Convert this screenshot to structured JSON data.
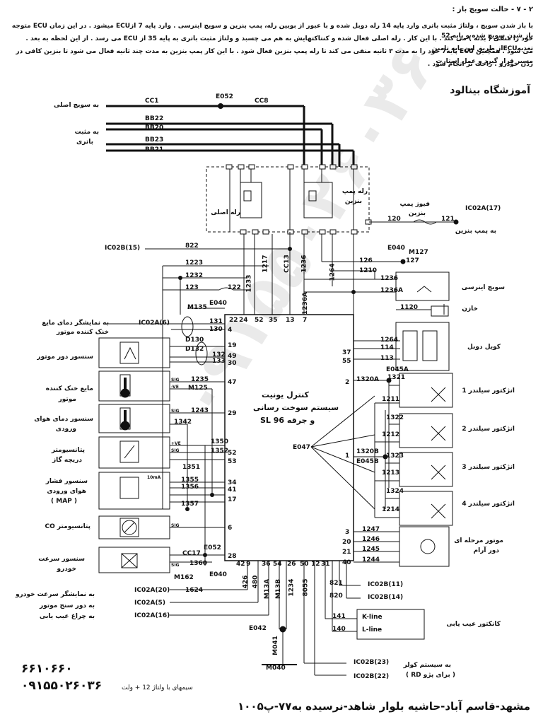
{
  "header": {
    "section_title": "۲ - ۷ - حالت سویچ باز :",
    "paragraph_lines": [
      "با باز شدن سویچ ، ولتاژ مثبت باتری وارد پایه 14 رله دوبل شده و با عبور از بوبین رله، پمپ بنزین و سویچ اینرسی . وارد پایه 7 ازECU میشود . در این زمان ECU متوجه باز شدن سویچ شده و پایه 52",
      "خود را منفی ( بدنه ) می کند . با این کار . رله اصلی فعال شده و کنتاکتهایش به هم می چسبد و ولتاژ مثبت باتری به پایه 35 از ECU می رسد . از این لحظه به بعد . تغذیهECUاز طریق این پایه تامین",
      "می شود . همچنین ECU پایه7 خود را به مدت ۳ ثانیه منفی می کند تا رله پمپ بنزین فعال شود . با این کار پمپ بنزین به مدت چند ثانیه فعال می شود تا بنزین کافی در مسیر قرار گیرد و عمل استارت",
      "زدن خودرو . راحت تر انجام شود ."
    ],
    "school_name": "آموزشگاه بینالود"
  },
  "diagram": {
    "ecu": {
      "title_lines": [
        "کنترل یونیت",
        "سیستم سوخت رسانی",
        "و جرقه SL 96"
      ],
      "ref": "E047"
    },
    "wire_labels": {
      "cc1": "CC1",
      "cc8": "CC8",
      "e052_top": "E052",
      "bb22": "BB22",
      "bb20": "BB20",
      "bb23": "BB23",
      "bb21": "BB21",
      "w120": "120",
      "w121": "121",
      "w822": "822",
      "w1223": "1223",
      "w1217": "1217",
      "wcc13": "CC13",
      "w1236": "1236",
      "w1264": "1264",
      "w126": "126",
      "w127": "127",
      "w1210": "1210",
      "w1232": "1232",
      "w123": "123",
      "w122": "122",
      "w1233": "1233",
      "w1236a": "1236A",
      "m135": "M135",
      "e040a": "E040",
      "e040b": "E040",
      "m127": "M127",
      "w1236b": "1236",
      "w1236c": "1236A",
      "w1120": "1120",
      "w1264b": "1264",
      "w114": "114",
      "w113": "113",
      "w131": "131",
      "w130": "130",
      "d130": "D130",
      "d132": "D132",
      "w132": "132",
      "w133": "133",
      "w1235": "1235",
      "m125": "M125",
      "w1243": "1243",
      "w1342": "1342",
      "w1350": "1350",
      "w1352": "1352",
      "w1351": "1351",
      "w1355": "1355",
      "w1356": "1356",
      "w1357": "1357",
      "cc17": "CC17",
      "w1360": "1360",
      "e052b": "E052",
      "m162": "M162",
      "e040c": "E040",
      "w1624": "1624",
      "w426": "426",
      "w480": "480",
      "m13a": "M13A",
      "m13b": "M13B",
      "w1234": "1234",
      "w8055": "8055",
      "w821": "821",
      "w820": "820",
      "w141": "141",
      "w140": "140",
      "kline": "K-line",
      "lline": "L-line",
      "e042": "E042",
      "m041": "M041",
      "m040": "M040",
      "e045a": "E045A",
      "w1320a": "1320A",
      "w1321": "1321",
      "w1211": "1211",
      "w1322": "1322",
      "w1212": "1212",
      "w1320b": "1320B",
      "e045b": "E045B",
      "w1323": "1323",
      "w1213": "1213",
      "w1324": "1324",
      "w1214": "1214",
      "w1247": "1247",
      "w1246": "1246",
      "w1245": "1245",
      "w1244": "1244"
    },
    "ecu_pins": {
      "p22": "22",
      "p24": "24",
      "p52": "52",
      "p35": "35",
      "p13": "13",
      "p7": "7",
      "p4": "4",
      "p19": "19",
      "p49": "49",
      "p30": "30",
      "p37": "37",
      "p55": "55",
      "p2": "2",
      "p47": "47",
      "p29": "29",
      "p52b": "52",
      "p53": "53",
      "p34": "34",
      "p41": "41",
      "p17": "17",
      "p6": "6",
      "p28": "28",
      "p1": "1",
      "p3": "3",
      "p20": "20",
      "p21": "21",
      "p40": "40",
      "p42": "42",
      "p9": "9",
      "p36": "36",
      "p54": "54",
      "p26": "26",
      "p50": "50",
      "p12": "12",
      "p31": "31"
    },
    "connectors": {
      "c_ic02a17": "IC02A(17)",
      "c_ic02b15": "IC02B(15)",
      "c_ic02a6": "IC02A(6)",
      "c_ic02a20": "IC02A(20)",
      "c_ic02a5": "IC02A(5)",
      "c_ic02a16": "IC02A(16)",
      "c_ic02b11": "IC02B(11)",
      "c_ic02b14": "IC02B(14)",
      "c_ic02b23": "IC02B(23)",
      "c_ic02b22": "IC02B(22)"
    },
    "labels_fa": {
      "main_switch": "به سویچ اصلی",
      "battery_pos_1": "به مثبت",
      "battery_pos_2": "باتری",
      "main_relay": "رله اصلی",
      "pump_relay_1": "رله پمپ",
      "pump_relay_2": "بنزین",
      "pump_fuse_1": "فیوز پمپ",
      "pump_fuse_2": "بنزین",
      "to_pump": "به پمپ بنزین",
      "inertia_switch": "سویچ اینرسی",
      "capacitor": "خازن",
      "double_coil": "کویل دوبل",
      "inj1": "انژکتور سیلندر 1",
      "inj2": "انژکتور سیلندر 2",
      "inj3": "انژکتور سیلندر 3",
      "inj4": "انژکتور سیلندر 4",
      "idle_motor_1": "موتور مرحله ای",
      "idle_motor_2": "دور آرام",
      "diag_conn": "کانکتور عیب یابی",
      "coolant_gauge_1": "به نمایشگر دمای مایع",
      "coolant_gauge_2": "خنک کننده موتور",
      "rpm_sensor": "سنسور دور موتور",
      "coolant_1": "مایع خنک کننده",
      "coolant_2": "موتور",
      "air_temp_1": "سنسور دمای هوای",
      "air_temp_2": "ورودی",
      "tps_1": "پتانسیومتر",
      "tps_2": "دریچه گاز",
      "map_1": "سنسور فشار",
      "map_2": "هوای ورودی",
      "map_3": "( MAP )",
      "co_pot": "پتانسیومتر CO",
      "vss_1": "سنسور سرعت",
      "vss_2": "خودرو",
      "speed_gauge": "به نمایشگر سرعت خودرو",
      "rev_gauge": "به دور سنج موتور",
      "fault_lamp": "به چراغ عیب یابی",
      "cooler_1": "به سیستم کولر",
      "cooler_2": "( برای پژو RD )",
      "sig": "SIG",
      "ve_pos": "+VE",
      "ve_neg": "-VE",
      "ten_ma": "10mA"
    }
  },
  "footer": {
    "note": "سیمهای با ولتاژ 12 + ولت",
    "phone_1": "۶۶۱۰۶۶۰",
    "phone_2": "۰۹۱۵۵۰۲۶۰۳۶",
    "address": "مشهد-قاسم آباد-حاشیه بلوار شاهد-نرسیده به۷۷-پ۱۰۰۵"
  }
}
